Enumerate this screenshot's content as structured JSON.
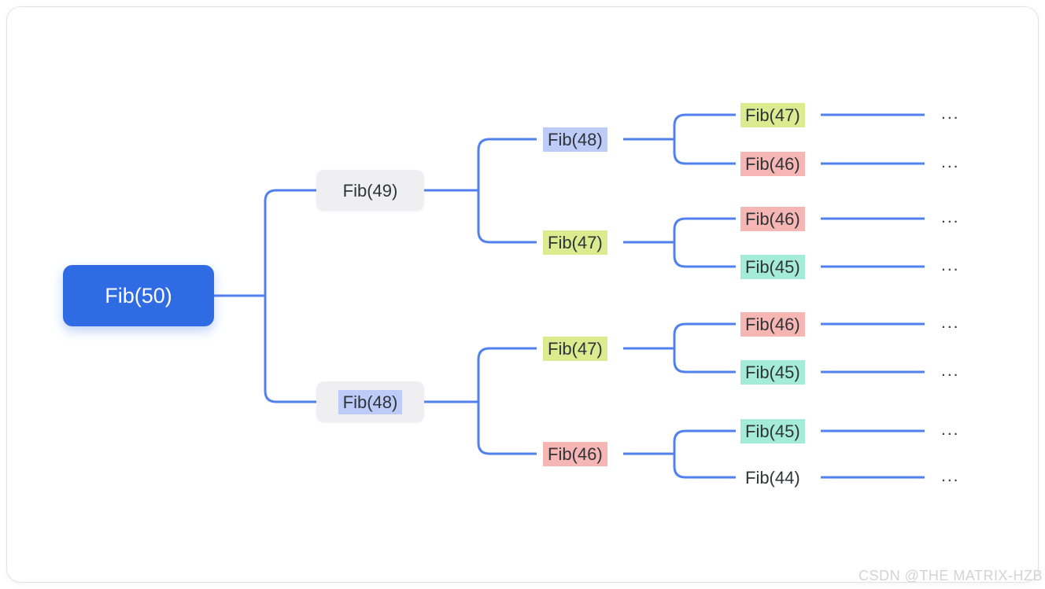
{
  "diagram": {
    "type": "recursion-tree-mindmap",
    "root": {
      "label": "Fib(50)",
      "highlight": "none"
    },
    "level2": [
      {
        "label": "Fib(49)",
        "highlight": "none"
      },
      {
        "label": "Fib(48)",
        "highlight": "blue"
      }
    ],
    "level3": [
      {
        "label": "Fib(48)",
        "highlight": "blue"
      },
      {
        "label": "Fib(47)",
        "highlight": "green"
      },
      {
        "label": "Fib(47)",
        "highlight": "green"
      },
      {
        "label": "Fib(46)",
        "highlight": "pink"
      }
    ],
    "level4": [
      {
        "label": "Fib(47)",
        "highlight": "green"
      },
      {
        "label": "Fib(46)",
        "highlight": "pink"
      },
      {
        "label": "Fib(46)",
        "highlight": "pink"
      },
      {
        "label": "Fib(45)",
        "highlight": "teal"
      },
      {
        "label": "Fib(46)",
        "highlight": "pink"
      },
      {
        "label": "Fib(45)",
        "highlight": "teal"
      },
      {
        "label": "Fib(45)",
        "highlight": "teal"
      },
      {
        "label": "Fib(44)",
        "highlight": "none"
      }
    ],
    "ellipsis": "..."
  },
  "watermark": "CSDN @THE MATRIX-HZB",
  "colors": {
    "root_node_bg": "#2f6be2",
    "connector": "#5181ee",
    "gray_node_bg": "#efeff1",
    "highlight_blue": "#bccbf8",
    "highlight_green": "#dcea90",
    "highlight_pink": "#f6b7b4",
    "highlight_teal": "#a5ecd7",
    "card_border": "#e2e2e2",
    "watermark_text": "#d3d3d3"
  }
}
